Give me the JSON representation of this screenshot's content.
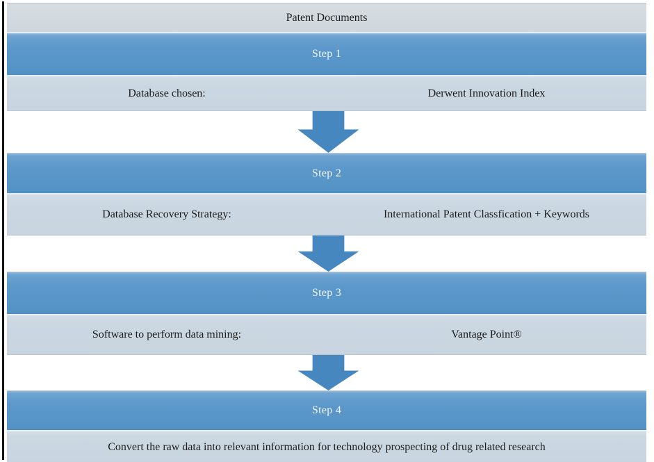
{
  "figure": {
    "header": "Patent Documents",
    "steps": [
      {
        "label": "Step 1",
        "field_label": "Database chosen:",
        "field_value": "Derwent Innovation Index"
      },
      {
        "label": "Step 2",
        "field_label": "Database Recovery Strategy:",
        "field_value": "International Patent Classfication + Keywords"
      },
      {
        "label": "Step 3",
        "field_label": "Software to perform data mining:",
        "field_value": "Vantage Point®"
      },
      {
        "label": "Step 4",
        "result": "Convert the raw data into relevant information for technology prospecting of drug related research"
      }
    ],
    "icons": [
      "down-arrow-icon",
      "down-arrow-icon",
      "down-arrow-icon"
    ],
    "colors": {
      "bar_light": "#cbd7e1",
      "bar_header": "#d2d8dd",
      "bar_blue": "#5492c6",
      "arrow_blue": "#4687bf",
      "text_dark": "#1c1c1c",
      "text_light": "#f4f8fb",
      "left_rule": "#131313"
    }
  }
}
